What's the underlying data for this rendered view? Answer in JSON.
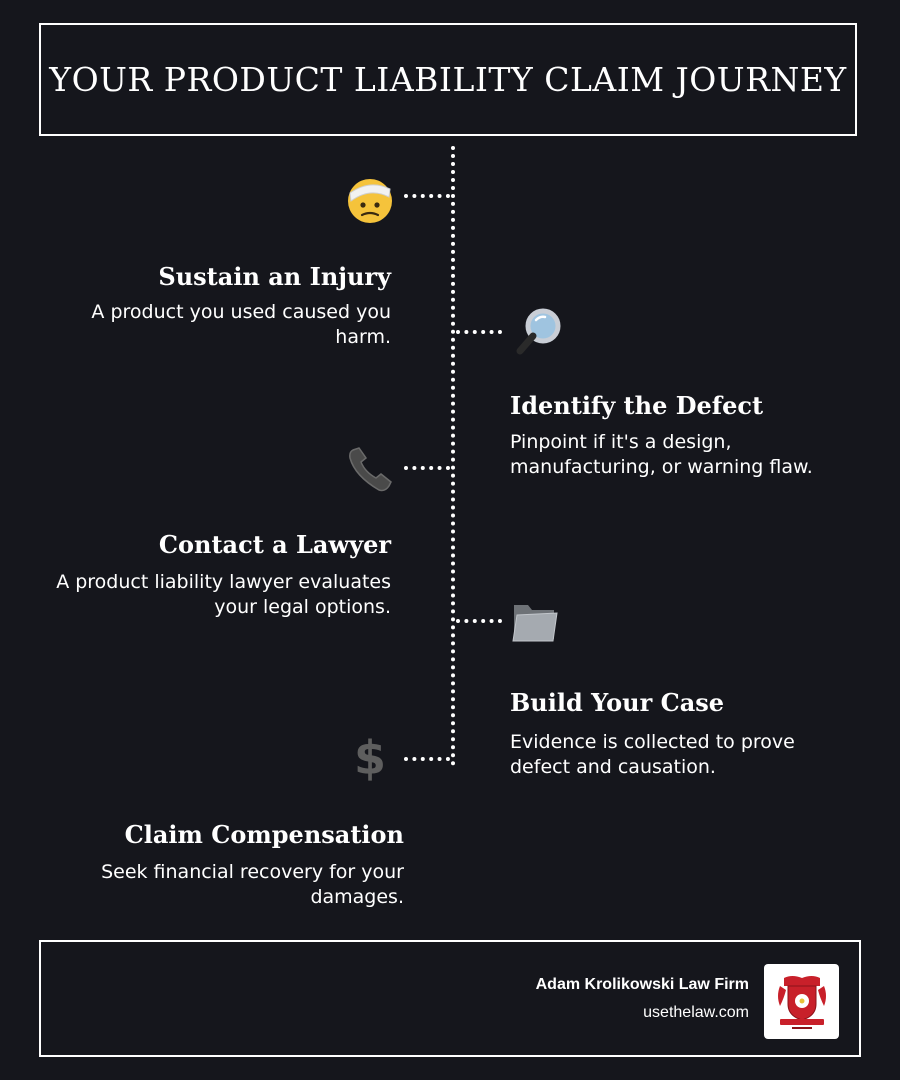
{
  "title": "YOUR PRODUCT LIABILITY CLAIM JOURNEY",
  "steps": [
    {
      "title": "Sustain an Injury",
      "description": "A product you used caused you harm.",
      "icon": "bandaged-face-icon",
      "side": "left"
    },
    {
      "title": "Identify the Defect",
      "description": "Pinpoint if it's a design, manufacturing, or warning flaw.",
      "icon": "magnifying-glass-icon",
      "side": "right"
    },
    {
      "title": "Contact a Lawyer",
      "description": "A product liability lawyer evaluates your legal options.",
      "icon": "telephone-icon",
      "side": "left"
    },
    {
      "title": "Build Your Case",
      "description": "Evidence is collected to prove defect and causation.",
      "icon": "folder-icon",
      "side": "right"
    },
    {
      "title": "Claim Compensation",
      "description": "Seek financial recovery for your damages.",
      "icon": "dollar-sign-icon",
      "side": "left"
    }
  ],
  "footer": {
    "firm_name": "Adam Krolikowski Law Firm",
    "website": "usethelaw.com",
    "logo_icon": "law-firm-crest-logo"
  },
  "colors": {
    "background": "#15161c",
    "foreground": "#ffffff",
    "logo_red": "#c8202a"
  }
}
